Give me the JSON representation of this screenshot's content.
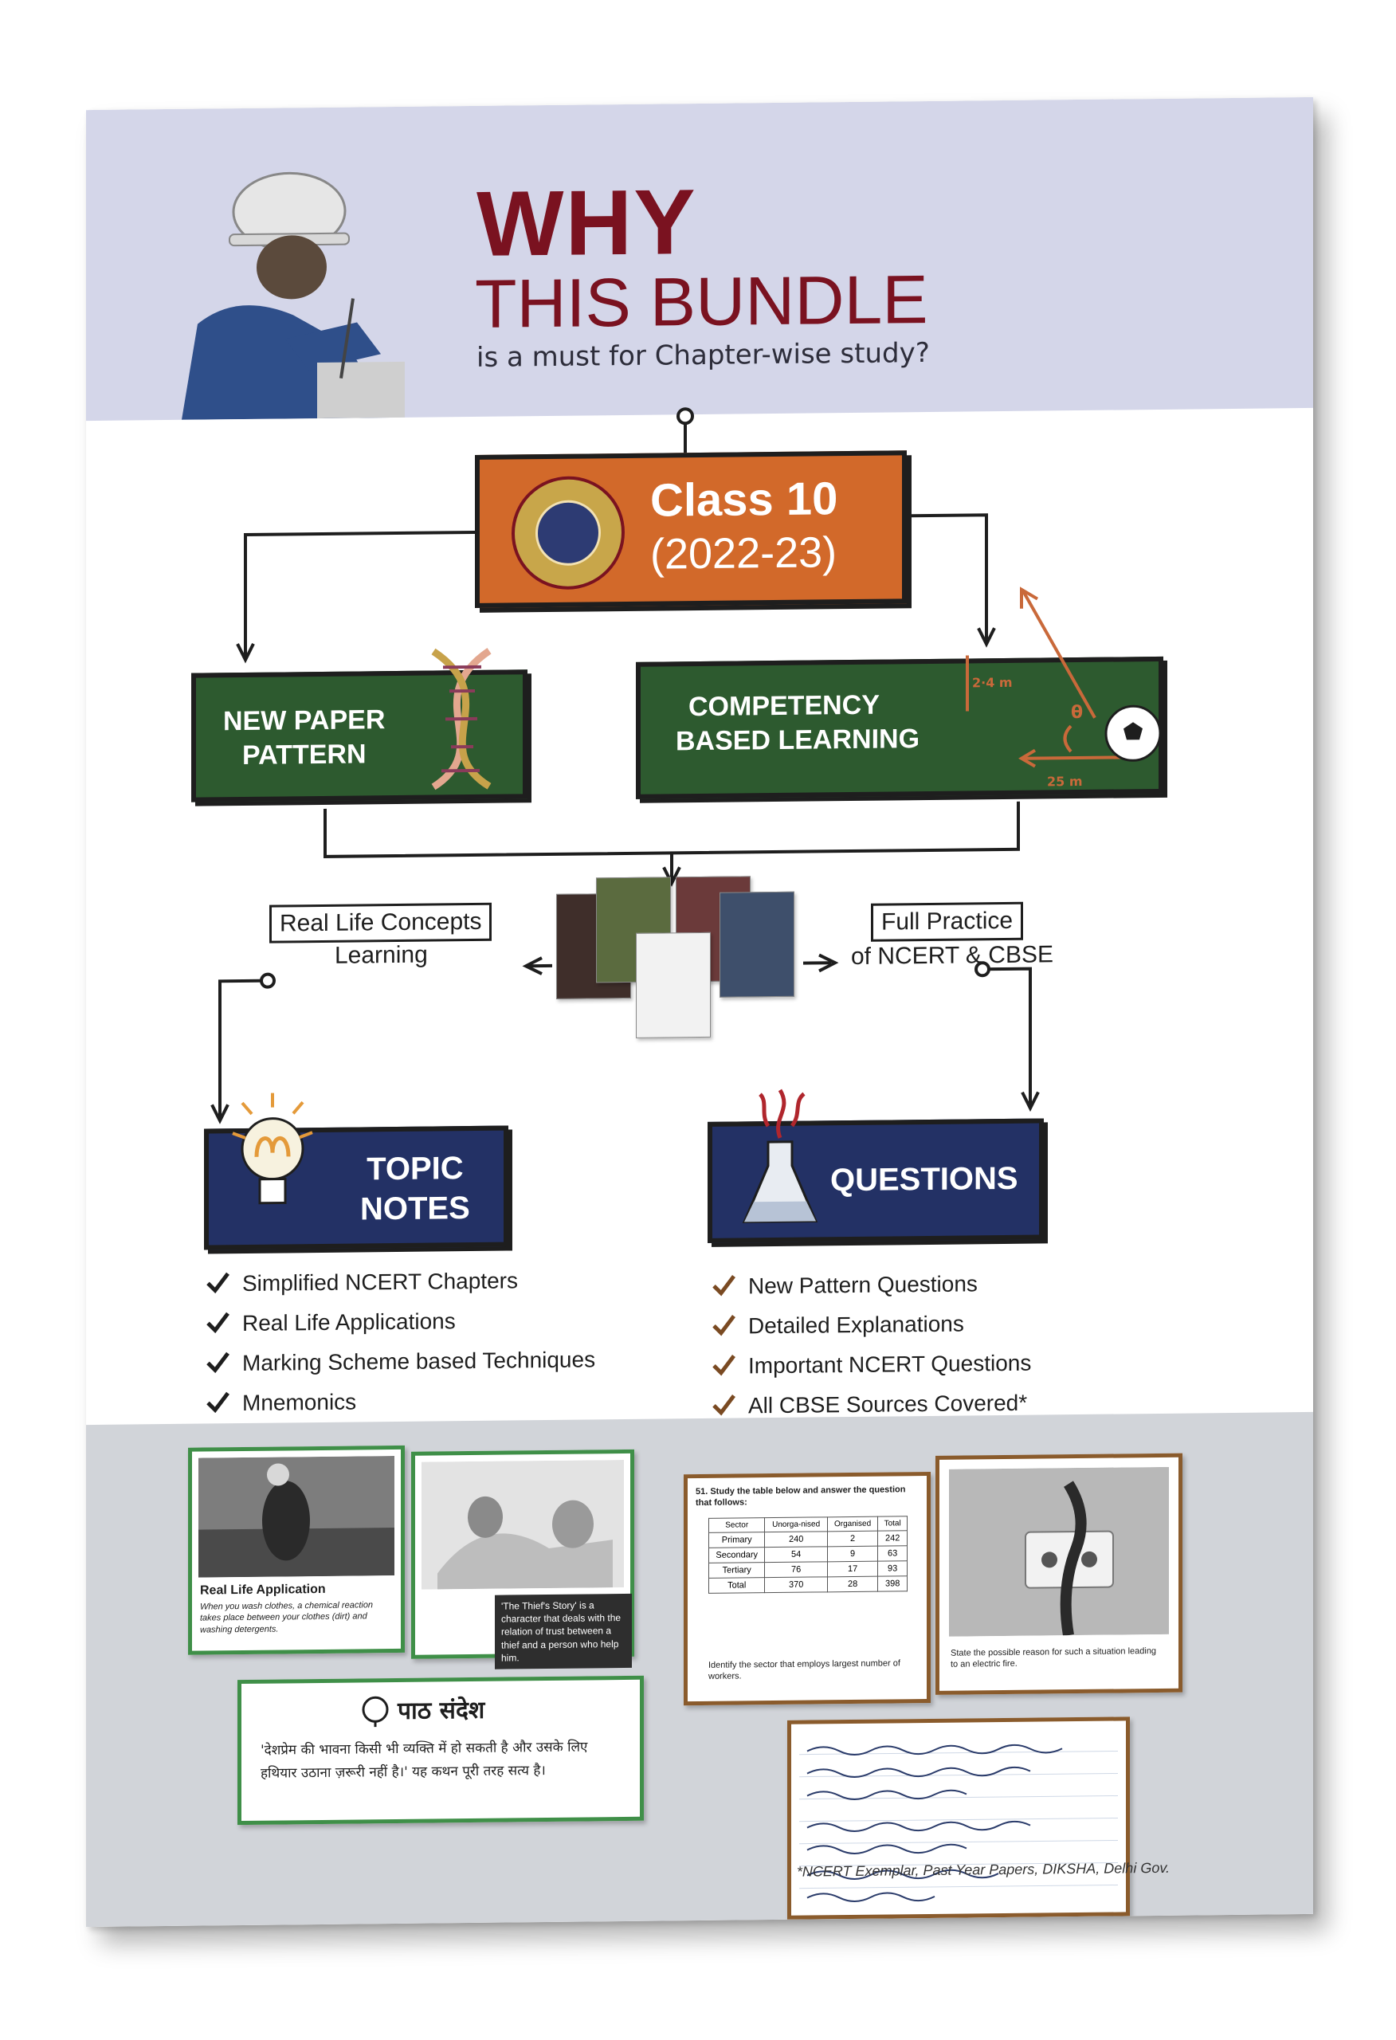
{
  "header": {
    "why": "WHY",
    "bundle": "THIS BUNDLE",
    "subtitle": "is a must for Chapter-wise study?"
  },
  "class_box": {
    "title": "Class 10",
    "year": "(2022-23)"
  },
  "left_feature": {
    "line1": "NEW PAPER",
    "line2": "PATTERN"
  },
  "right_feature": {
    "line1": "COMPETENCY",
    "line2": "BASED LEARNING",
    "sketch_label_a": "2·4 m",
    "sketch_label_b": "25 m",
    "sketch_label_c": "θ"
  },
  "middle": {
    "left_label_boxed": "Real Life Concepts",
    "left_label_plain": "Learning",
    "right_label_boxed": "Full Practice",
    "right_label_plain": "of NCERT & CBSE"
  },
  "topic_notes": {
    "line1": "TOPIC",
    "line2": "NOTES",
    "items": [
      "Simplified NCERT Chapters",
      "Real Life Applications",
      "Marking Scheme based Techniques",
      "Mnemonics"
    ]
  },
  "questions": {
    "title": "QUESTIONS",
    "items": [
      "New Pattern Questions",
      "Detailed Explanations",
      "Important NCERT Questions",
      "All CBSE Sources Covered*"
    ]
  },
  "samples": {
    "real_life_title": "Real Life Application",
    "real_life_text": "When you wash clothes, a chemical reaction takes place between your clothes (dirt) and washing detergents.",
    "thief_text": "'The Thief's Story' is a character that deals with the relation of trust between a thief and a person who help him.",
    "hindi_title": "पाठ संदेश",
    "hindi_text": "'देशप्रेम की भावना किसी भी व्यक्ति में हो सकती है और उसके लिए हथियार उठाना ज़रूरी नहीं है।' यह कथन पूरी तरह सत्य है।",
    "table_question": "51. Study the table below and answer the question that follows:",
    "table_headers": [
      "Sector",
      "Unorga-nised",
      "Organised",
      "Total"
    ],
    "table_rows": [
      [
        "Primary",
        "240",
        "2",
        "242"
      ],
      [
        "Secondary",
        "54",
        "9",
        "63"
      ],
      [
        "Tertiary",
        "76",
        "17",
        "93"
      ],
      [
        "Total",
        "370",
        "28",
        "398"
      ]
    ],
    "table_footer": "Identify the sector that employs largest number of workers.",
    "fire_caption": "State the possible reason for such a situation leading to an electric fire."
  },
  "footnote": "*NCERT Exemplar, Past Year Papers, DIKSHA, Delhi Gov.",
  "colors": {
    "maroon": "#7a1220",
    "orange": "#d2692a",
    "green": "#2d5a2f",
    "navy": "#233165",
    "check_brown": "#7a4a22"
  }
}
